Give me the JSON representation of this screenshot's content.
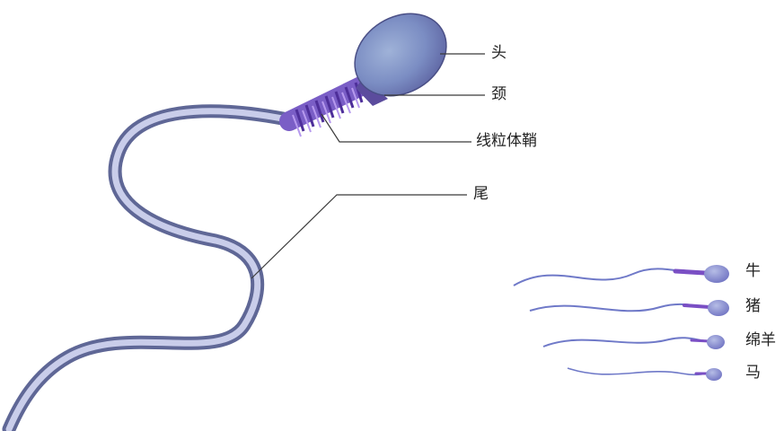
{
  "main_diagram": {
    "labels": {
      "head": "头",
      "neck": "颈",
      "mitochondrial_sheath": "线粒体鞘",
      "tail": "尾"
    }
  },
  "species_comparison": {
    "items": [
      {
        "label": "牛"
      },
      {
        "label": "猪"
      },
      {
        "label": "绵羊"
      },
      {
        "label": "马"
      }
    ]
  }
}
